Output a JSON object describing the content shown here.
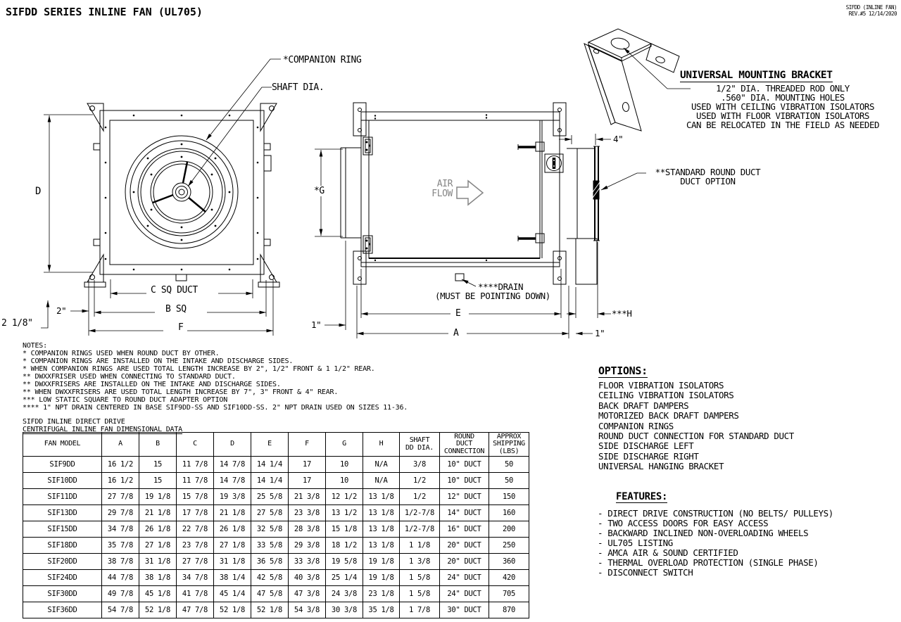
{
  "title": "SIFDD SERIES INLINE FAN (UL705)",
  "doc_ref": {
    "line1": "SIFDD (INLINE FAN)",
    "line2": "REV.#5  12/14/2020"
  },
  "front_view": {
    "labels": {
      "companion_ring": "*COMPANION RING",
      "shaft_dia": "SHAFT DIA.",
      "dim_d": "D",
      "dim_2": "2\"",
      "dim_2_18": "2 1/8\"",
      "dim_c": "C SQ DUCT",
      "dim_b": "B SQ",
      "dim_f": "F"
    }
  },
  "side_view": {
    "labels": {
      "air_flow_1": "AIR",
      "air_flow_2": "FLOW",
      "dim_g": "*G",
      "drain": "****DRAIN",
      "drain_note": "(MUST BE POINTING DOWN)",
      "dim_e": "E",
      "dim_a": "A",
      "dim_1_left": "1\"",
      "dim_1_right": "1\"",
      "dim_h": "***H",
      "dim_4": "4\"",
      "std_duct_1": "**STANDARD ROUND DUCT",
      "std_duct_2": "DUCT OPTION"
    }
  },
  "bracket": {
    "title": "UNIVERSAL MOUNTING BRACKET",
    "notes": [
      "1/2\" DIA. THREADED ROD ONLY",
      ".560\" DIA. MOUNTING HOLES",
      "USED WITH CEILING VIBRATION ISOLATORS",
      "USED WITH FLOOR VIBRATION ISOLATORS",
      "CAN BE RELOCATED IN THE FIELD AS NEEDED"
    ]
  },
  "notes": {
    "heading": "NOTES:",
    "lines": [
      "* COMPANION RINGS USED WHEN ROUND DUCT BY OTHER.",
      "* COMPANION RINGS ARE INSTALLED ON THE INTAKE AND DISCHARGE SIDES.",
      "* WHEN COMPANION RINGS ARE USED TOTAL LENGTH INCREASE BY 2\", 1/2\" FRONT & 1 1/2\" REAR.",
      "** DWXXFRISER USED WHEN CONNECTING TO STANDARD DUCT.",
      "** DWXXFRISERS ARE INSTALLED ON THE INTAKE AND DISCHARGE SIDES.",
      "** WHEN DWXXFRISERS ARE USED TOTAL LENGTH INCREASE BY 7\", 3\" FRONT & 4\" REAR.",
      "*** LOW STATIC SQUARE TO ROUND DUCT ADAPTER OPTION",
      "**** 1\" NPT DRAIN CENTERED IN BASE SIF9DD-SS AND SIF10DD-SS. 2\" NPT DRAIN USED ON SIZES 11-36."
    ]
  },
  "options": {
    "heading": "OPTIONS:",
    "items": [
      "FLOOR VIBRATION ISOLATORS",
      "CEILING VIBRATION ISOLATORS",
      "BACK DRAFT DAMPERS",
      "MOTORIZED BACK DRAFT DAMPERS",
      "COMPANION RINGS",
      "ROUND DUCT CONNECTION FOR STANDARD DUCT",
      "SIDE DISCHARGE LEFT",
      "SIDE DISCHARGE RIGHT",
      "UNIVERSAL HANGING BRACKET"
    ]
  },
  "features": {
    "heading": "FEATURES:",
    "items": [
      "- DIRECT DRIVE CONSTRUCTION (NO BELTS/ PULLEYS)",
      "- TWO ACCESS DOORS FOR EASY ACCESS",
      "- BACKWARD INCLINED NON-OVERLOADING WHEELS",
      "- UL705 LISTING",
      "- AMCA AIR & SOUND CERTIFIED",
      "- THERMAL OVERLOAD PROTECTION (SINGLE PHASE)",
      "- DISCONNECT SWITCH"
    ]
  },
  "table": {
    "title_line1": "SIFDD INLINE DIRECT DRIVE",
    "title_line2": "CENTRIFUGAL INLINE FAN DIMENSIONAL DATA",
    "headers": [
      "FAN MODEL",
      "A",
      "B",
      "C",
      "D",
      "E",
      "F",
      "G",
      "H",
      "SHAFT\nDD DIA.",
      "ROUND\nDUCT\nCONNECTION",
      "APPROX\nSHIPPING\n(LBS)"
    ],
    "rows": [
      [
        "SIF9DD",
        "16 1/2",
        "15",
        "11 7/8",
        "14 7/8",
        "14 1/4",
        "17",
        "10",
        "N/A",
        "3/8",
        "10\" DUCT",
        "50"
      ],
      [
        "SIF10DD",
        "16 1/2",
        "15",
        "11 7/8",
        "14 7/8",
        "14 1/4",
        "17",
        "10",
        "N/A",
        "1/2",
        "10\" DUCT",
        "50"
      ],
      [
        "SIF11DD",
        "27 7/8",
        "19 1/8",
        "15 7/8",
        "19 3/8",
        "25 5/8",
        "21 3/8",
        "12 1/2",
        "13 1/8",
        "1/2",
        "12\" DUCT",
        "150"
      ],
      [
        "SIF13DD",
        "29 7/8",
        "21 1/8",
        "17 7/8",
        "21 1/8",
        "27 5/8",
        "23 3/8",
        "13 1/2",
        "13 1/8",
        "1/2-7/8",
        "14\" DUCT",
        "160"
      ],
      [
        "SIF15DD",
        "34 7/8",
        "26 1/8",
        "22 7/8",
        "26 1/8",
        "32 5/8",
        "28 3/8",
        "15 1/8",
        "13 1/8",
        "1/2-7/8",
        "16\" DUCT",
        "200"
      ],
      [
        "SIF18DD",
        "35 7/8",
        "27 1/8",
        "23 7/8",
        "27 1/8",
        "33 5/8",
        "29 3/8",
        "18 1/2",
        "13 1/8",
        "1 1/8",
        "20\" DUCT",
        "250"
      ],
      [
        "SIF20DD",
        "38 7/8",
        "31 1/8",
        "27 7/8",
        "31 1/8",
        "36 5/8",
        "33 3/8",
        "19 5/8",
        "19 1/8",
        "1 3/8",
        "20\" DUCT",
        "360"
      ],
      [
        "SIF24DD",
        "44 7/8",
        "38 1/8",
        "34 7/8",
        "38 1/4",
        "42 5/8",
        "40 3/8",
        "25 1/4",
        "19 1/8",
        "1 5/8",
        "24\" DUCT",
        "420"
      ],
      [
        "SIF30DD",
        "49 7/8",
        "45 1/8",
        "41 7/8",
        "45 1/4",
        "47 5/8",
        "47 3/8",
        "24 3/8",
        "23 1/8",
        "1 5/8",
        "24\" DUCT",
        "705"
      ],
      [
        "SIF36DD",
        "54 7/8",
        "52 1/8",
        "47 7/8",
        "52 1/8",
        "52 1/8",
        "54 3/8",
        "30 3/8",
        "35 1/8",
        "1 7/8",
        "30\" DUCT",
        "870"
      ]
    ]
  }
}
